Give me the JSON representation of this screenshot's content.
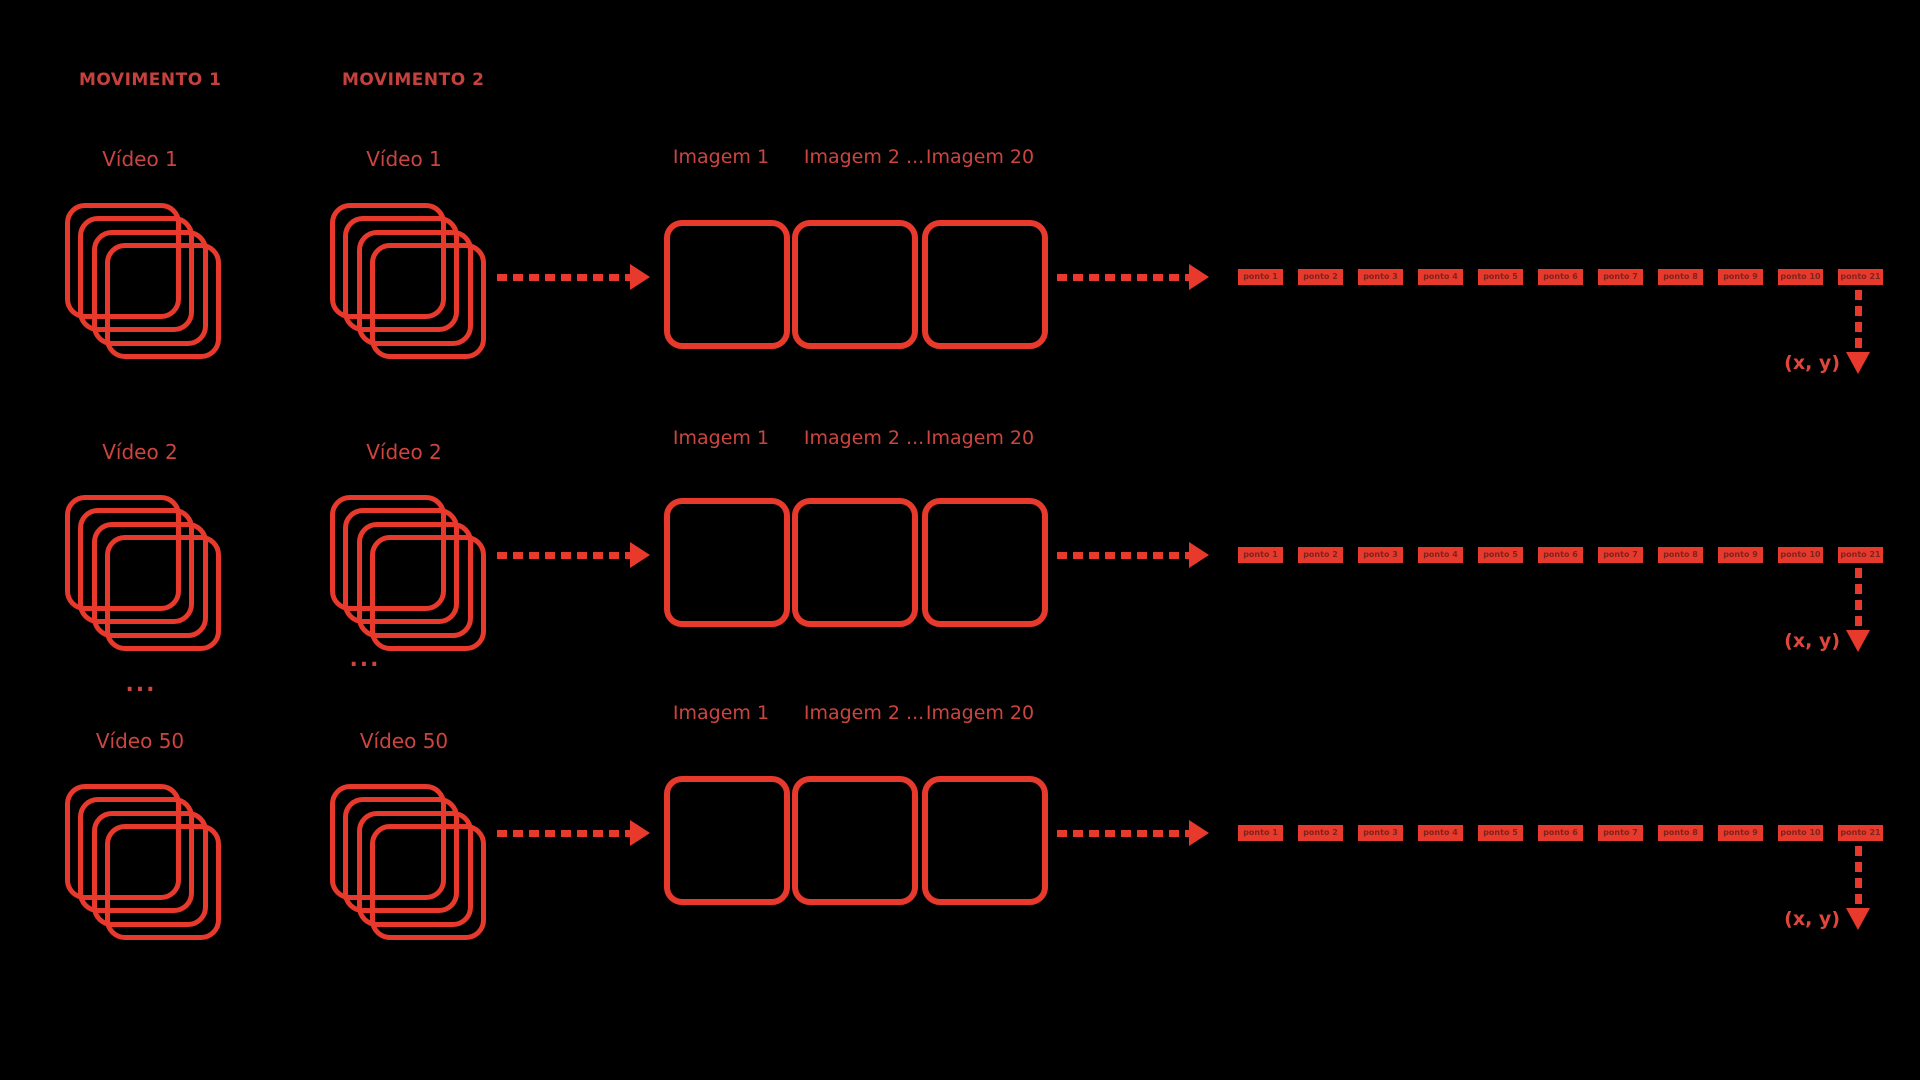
{
  "diagram": {
    "headers": [
      "MOVIMENTO 1",
      "MOVIMENTO 2"
    ],
    "rows": [
      {
        "videos": [
          "Vídeo 1",
          "Vídeo 1"
        ]
      },
      {
        "videos": [
          "Vídeo 2",
          "Vídeo 2"
        ]
      },
      {
        "videos": [
          "Vídeo 50",
          "Vídeo 50"
        ]
      }
    ],
    "imagem_labels": [
      "Imagem 1",
      "Imagem 2 ...",
      "Imagem 20"
    ],
    "pontos": [
      "ponto 1",
      "ponto 2",
      "ponto 3",
      "ponto 4",
      "ponto 5",
      "ponto 6",
      "ponto 7",
      "ponto 8",
      "ponto 9",
      "ponto 10",
      "ponto 21"
    ],
    "xy_label": "(x, y)",
    "ellipsis": "...",
    "colors": {
      "shape_red": "#e8392d",
      "label_red": "#cb4540",
      "header_red": "#c5413e",
      "xy_red": "#e0463b",
      "ponto_text": "#7d241d",
      "background": "#000000"
    }
  }
}
